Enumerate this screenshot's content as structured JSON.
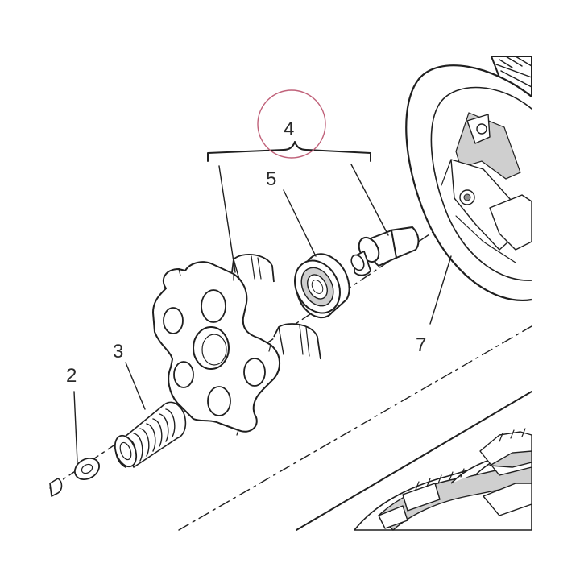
{
  "callouts": {
    "assembly": "4",
    "bearing": "5",
    "housing": "7",
    "spring": "3",
    "washer": "2"
  },
  "colors": {
    "line": "#1f1f1f",
    "highlight_circle": "#c0627a",
    "shade": "#cfcfcf"
  }
}
